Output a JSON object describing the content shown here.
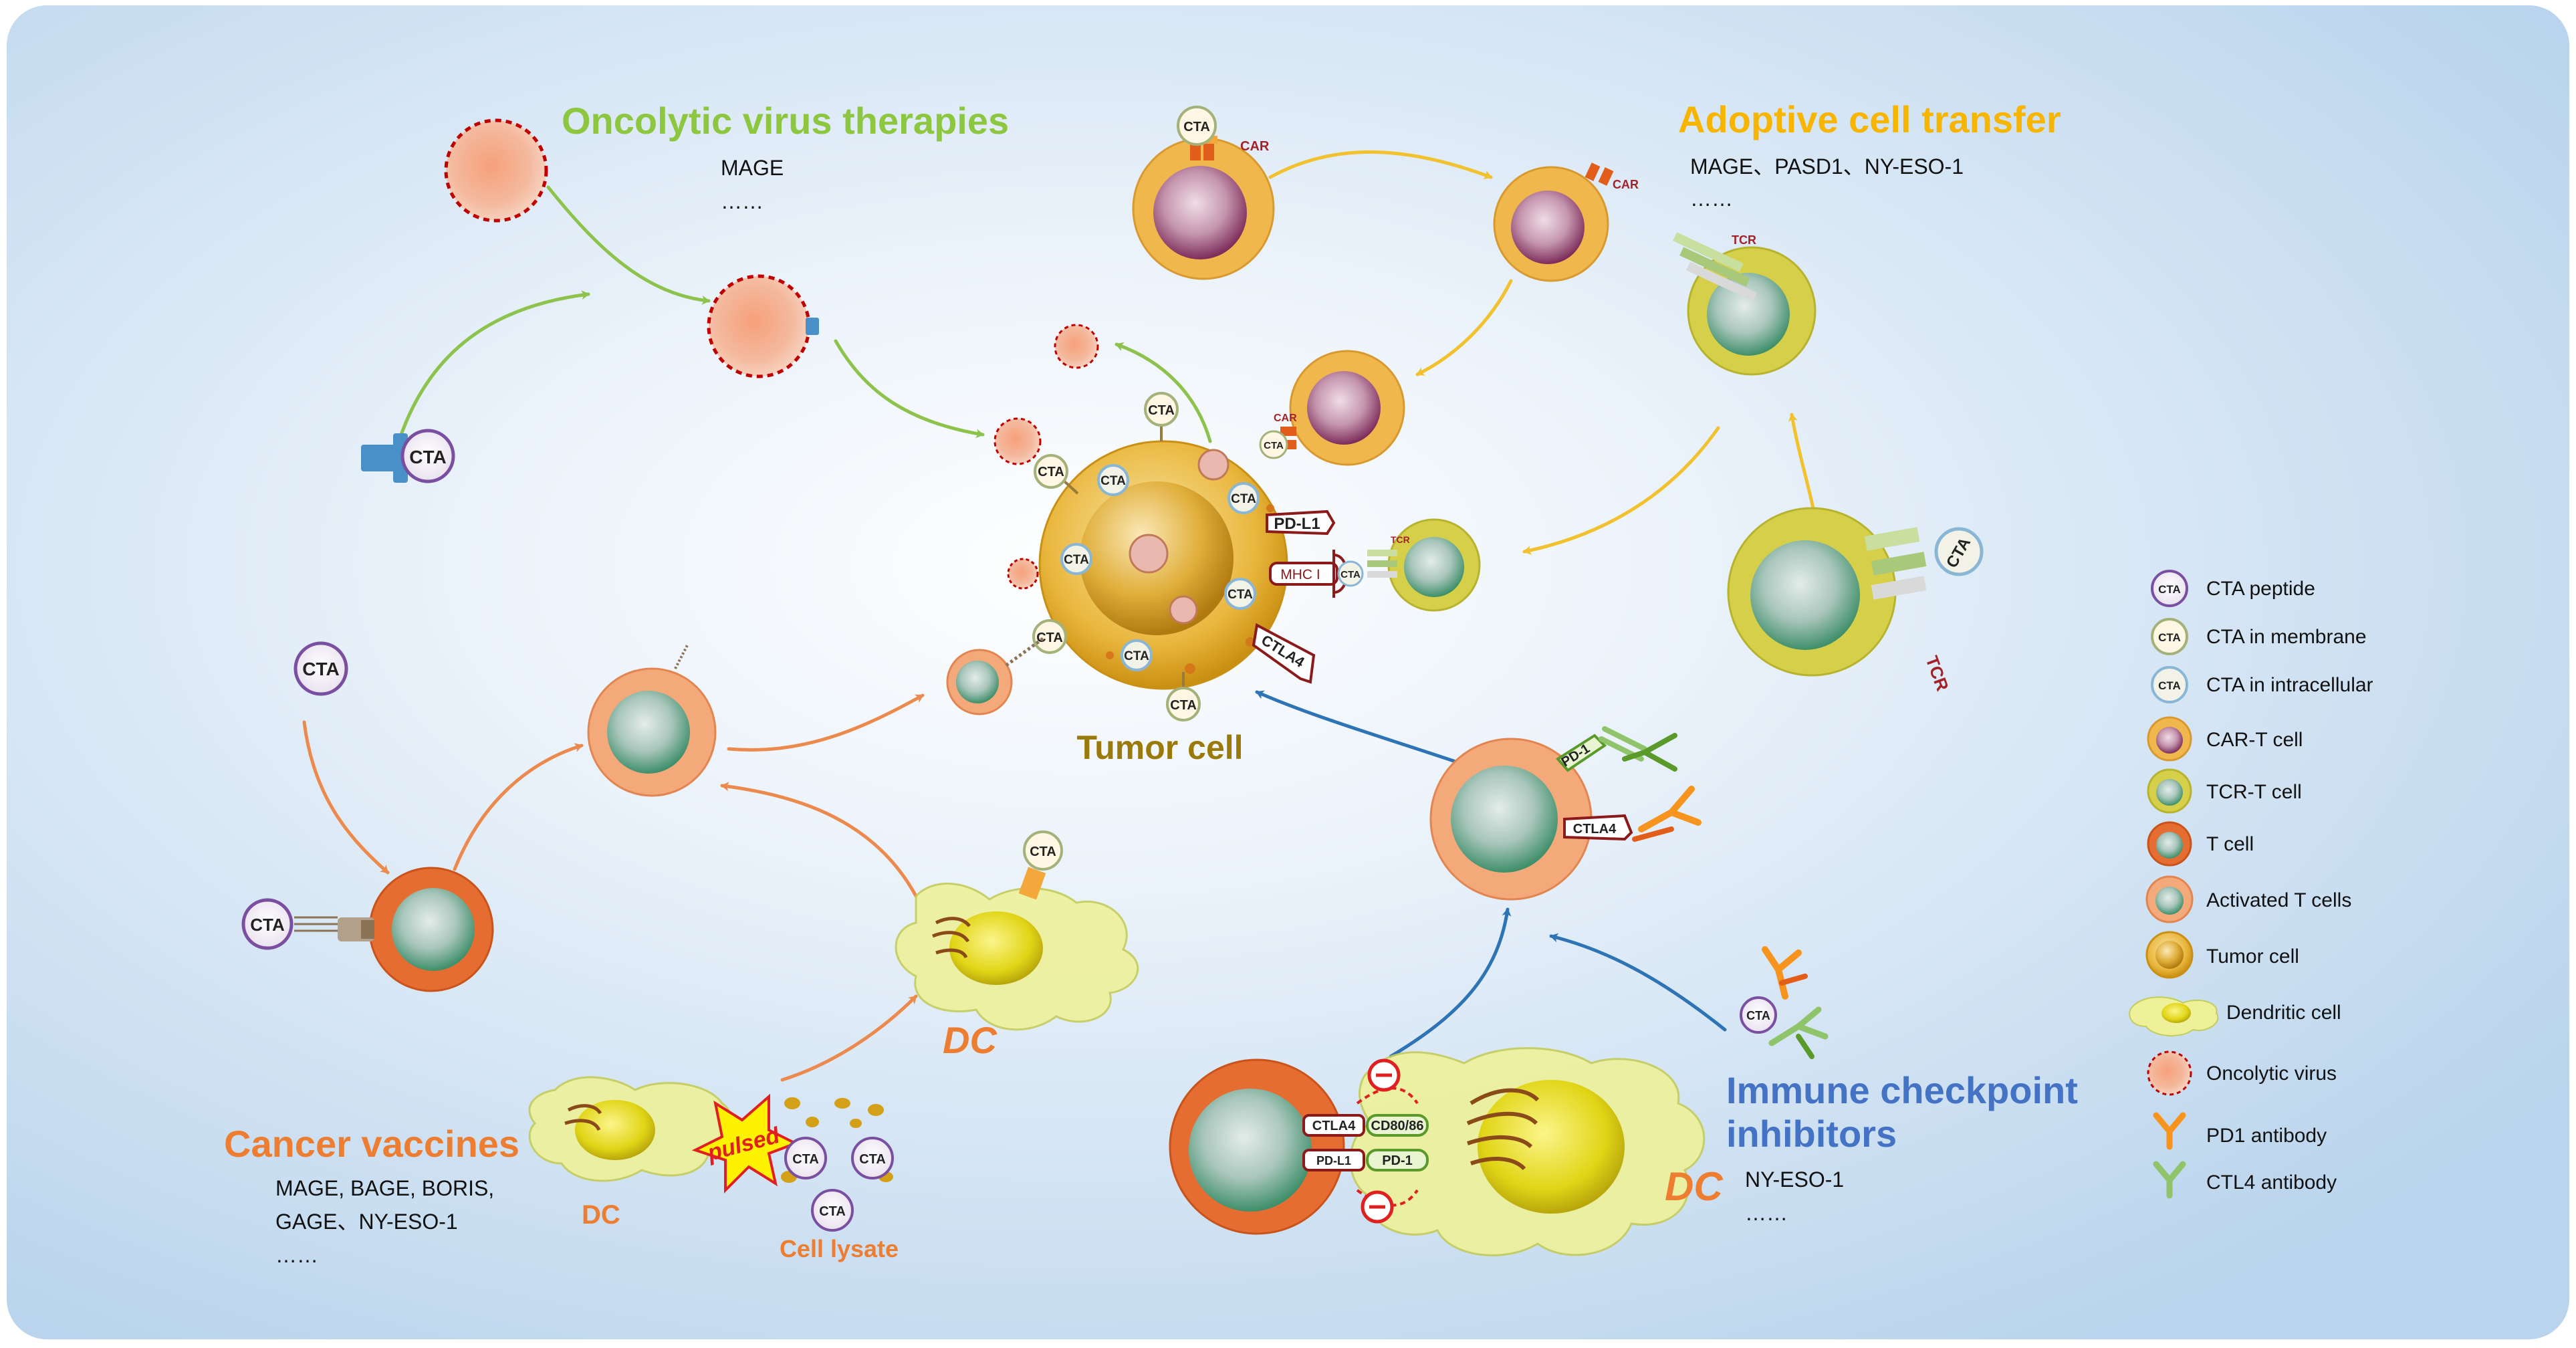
{
  "sections": {
    "oncolytic": {
      "title": "Oncolytic virus therapies",
      "items": [
        "MAGE",
        "……"
      ]
    },
    "adoptive": {
      "title": "Adoptive cell transfer",
      "items": [
        "MAGE、PASD1、NY-ESO-1",
        "……"
      ]
    },
    "vaccines": {
      "title": "Cancer vaccines",
      "items": [
        "MAGE, BAGE, BORIS,",
        "GAGE、NY-ESO-1",
        "……"
      ]
    },
    "checkpoint": {
      "title_lines": [
        "Immune checkpoint",
        "inhibitors"
      ],
      "items": [
        "NY-ESO-1",
        "……"
      ]
    }
  },
  "tumor": {
    "label": "Tumor cell"
  },
  "labels": {
    "cta": "CTA",
    "car": "CAR",
    "tcr": "TCR",
    "pdl1": "PD-L1",
    "mhc": "MHC I",
    "ctla4": "CTLA4",
    "pd1": "PD-1",
    "cd8086": "CD80/86",
    "dc": "DC",
    "pulsed": "pulsed",
    "cell_lysate": "Cell lysate"
  },
  "legend": [
    {
      "key": "cta-peptide",
      "label": "CTA  peptide"
    },
    {
      "key": "cta-membrane",
      "label": "CTA in membrane"
    },
    {
      "key": "cta-intra",
      "label": "CTA in intracellular"
    },
    {
      "key": "car-t",
      "label": "CAR-T cell"
    },
    {
      "key": "tcr-t",
      "label": "TCR-T cell"
    },
    {
      "key": "t-cell",
      "label": "T cell"
    },
    {
      "key": "activated-t",
      "label": "Activated  T cells"
    },
    {
      "key": "tumor",
      "label": "Tumor cell"
    },
    {
      "key": "dendritic",
      "label": "Dendritic cell"
    },
    {
      "key": "virus",
      "label": "Oncolytic virus"
    },
    {
      "key": "pd1-ab",
      "label": "PD1 antibody"
    },
    {
      "key": "ctl4-ab",
      "label": "CTL4 antibody"
    }
  ],
  "colors": {
    "background": "#cfe3f2",
    "green": "#8dc63f",
    "gold": "#f7b500",
    "orange": "#ed7d31",
    "blue": "#4472c4",
    "arrow_green": "#8dc34d",
    "arrow_gold": "#f2c12e",
    "arrow_orange": "#ec8a4e",
    "arrow_blue": "#2e74b5"
  }
}
